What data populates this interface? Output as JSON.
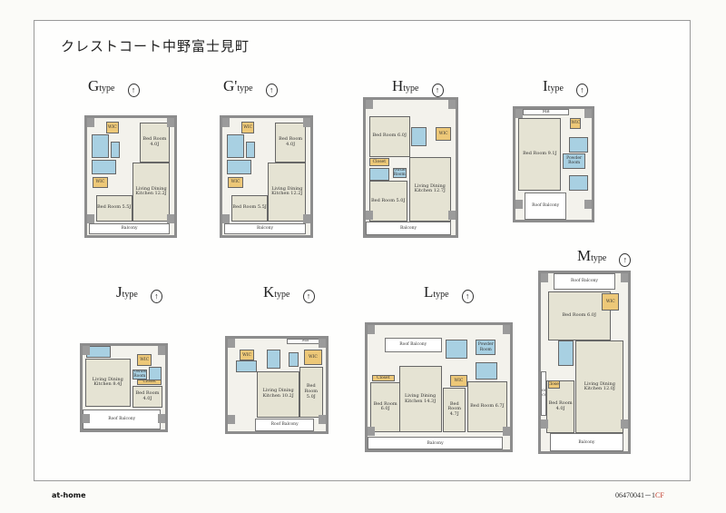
{
  "title": "クレストコート中野富士見町",
  "footer": {
    "logo": "at-home",
    "code_number": "06470041－1",
    "code_suffix": "CF"
  },
  "colors": {
    "room": "#e5e3d3",
    "wet_area": "#a8d0e2",
    "storage": "#edc878",
    "wall": "#9b9b9b"
  },
  "plans": [
    {
      "letter": "G",
      "suffix": "type",
      "rooms": [
        "Bed Room 4.0J",
        "Living Dining Kitchen 12.2J",
        "Bed Room 5.5J",
        "WIC",
        "WIC",
        "Balcony"
      ]
    },
    {
      "letter": "G'",
      "suffix": "type",
      "rooms": [
        "Bed Room 4.0J",
        "Living Dining Kitchen 12.2J",
        "Bed Room 5.5J",
        "WIC",
        "WIC",
        "Balcony"
      ]
    },
    {
      "letter": "H",
      "suffix": "type",
      "rooms": [
        "Bed Room 6.0J",
        "Living Dining Kitchen 12.7J",
        "Bed Room 5.0J",
        "WIC",
        "Closet",
        "Powder Room",
        "Balcony"
      ]
    },
    {
      "letter": "I",
      "suffix": "type",
      "rooms": [
        "Bed Room 9.1J",
        "MB",
        "WIC",
        "Powder Room",
        "Roof Balcony"
      ]
    },
    {
      "letter": "J",
      "suffix": "type",
      "rooms": [
        "Living Dining Kitchen 8.4J",
        "Bed Room 4.0J",
        "WIC",
        "Closet",
        "Powder Room",
        "Roof Balcony"
      ]
    },
    {
      "letter": "K",
      "suffix": "type",
      "rooms": [
        "Living Dining Kitchen 10.2J",
        "Bed Room 5.0J",
        "WIC",
        "WIC",
        "MB",
        "Roof Balcony"
      ]
    },
    {
      "letter": "L",
      "suffix": "type",
      "rooms": [
        "Bed Room 6.0J",
        "Living Dining Kitchen 14.3J",
        "Bed Room 4.7J",
        "Bed Room 6.7J",
        "WIC",
        "Closet",
        "Powder Room",
        "Roof Balcony",
        "Balcony"
      ]
    },
    {
      "letter": "M",
      "suffix": "type",
      "rooms": [
        "Bed Room 6.0J",
        "Bed Room 4.0J",
        "Living Dining Kitchen 12.0J",
        "WIC",
        "Closet",
        "Roof Balcony",
        "Roof Balcony",
        "Balcony"
      ]
    }
  ]
}
